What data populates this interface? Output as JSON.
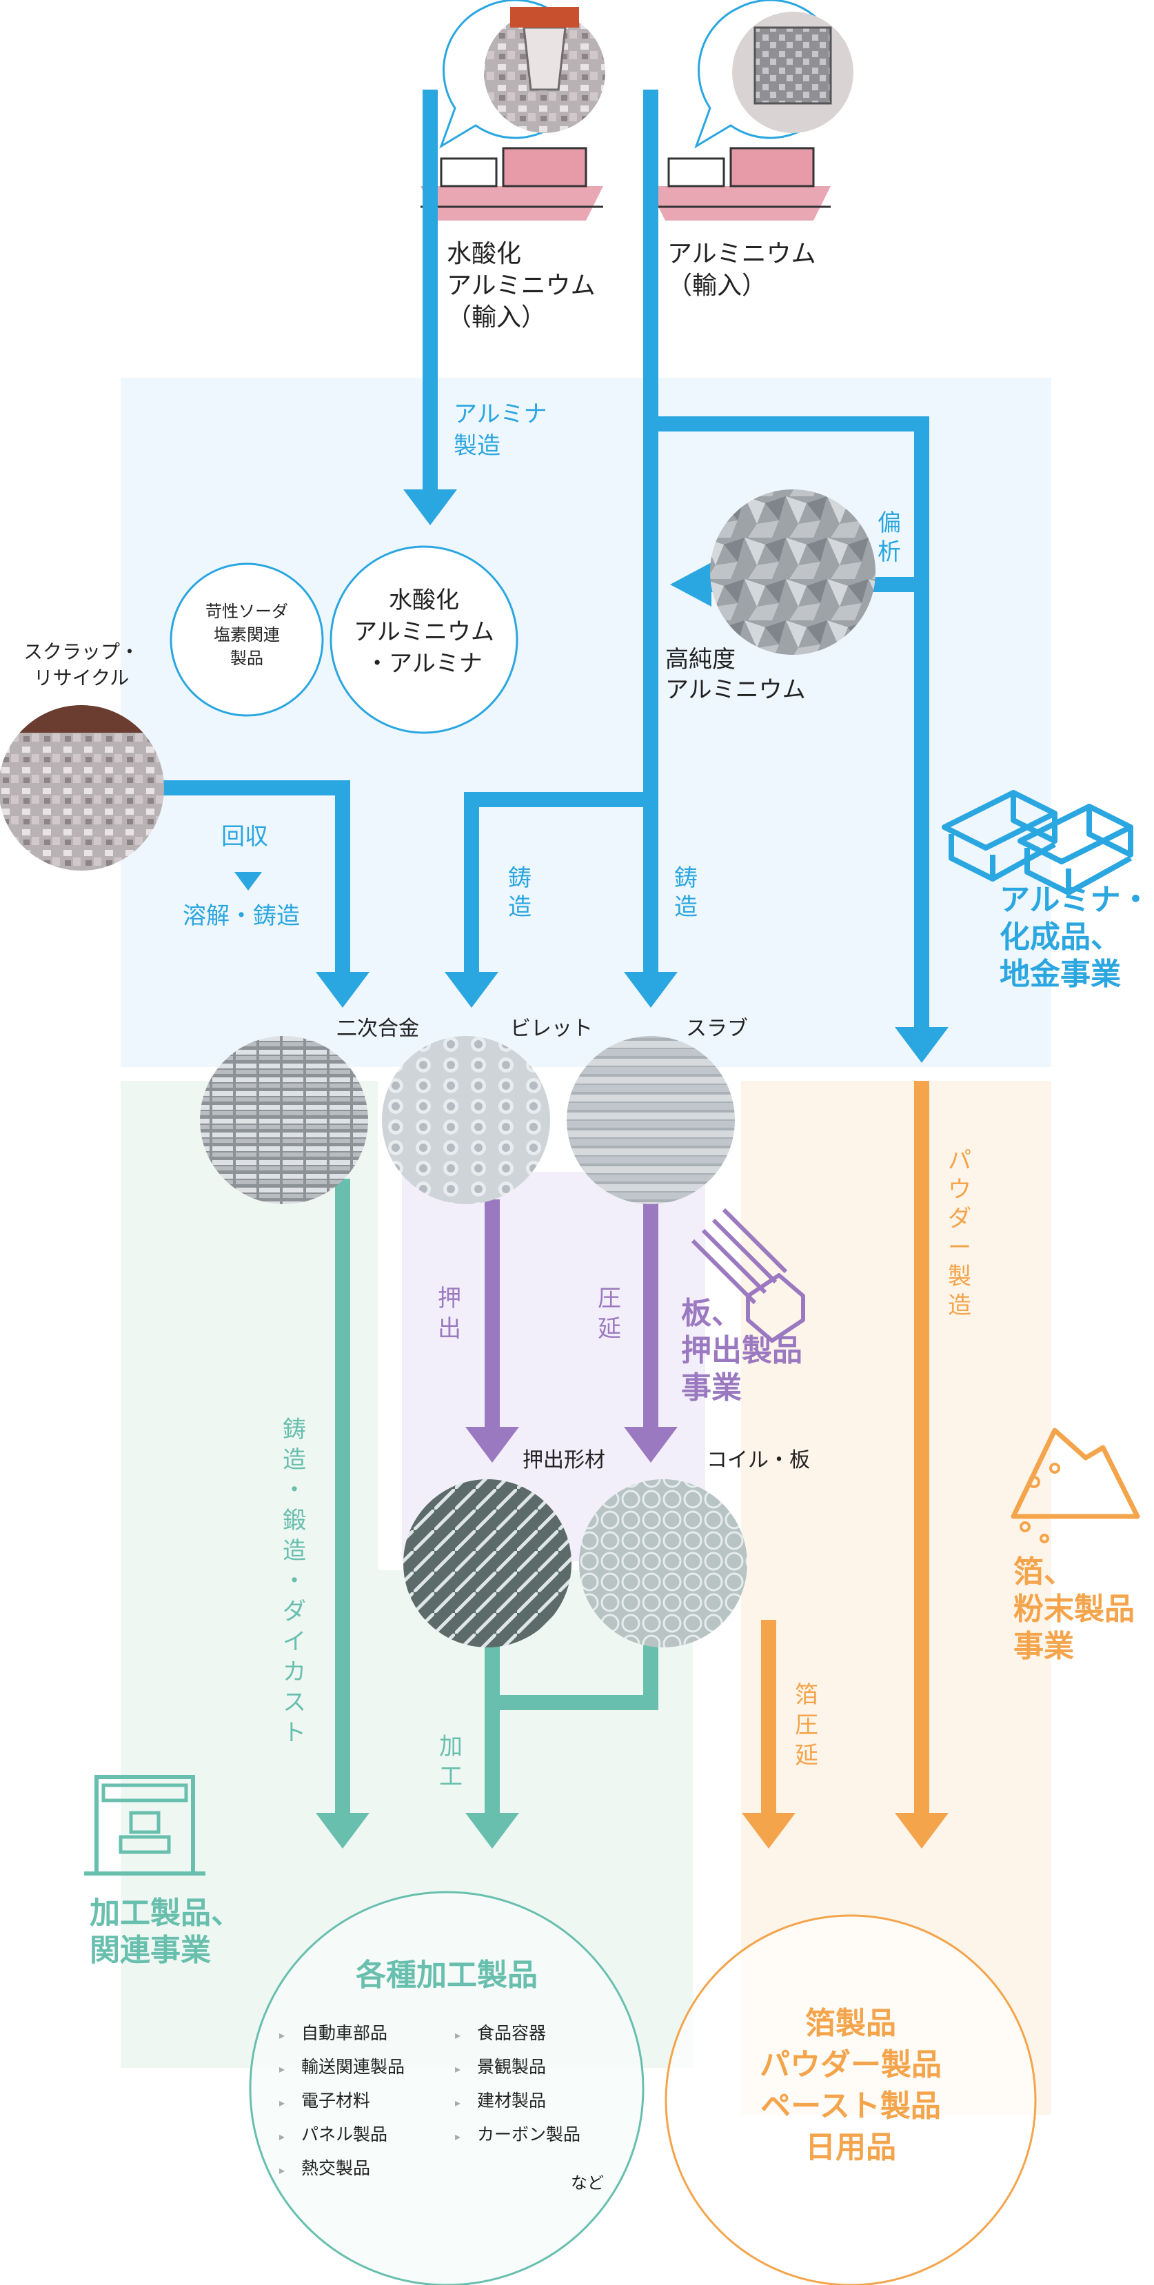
{
  "colors": {
    "blue": "#2aa6e0",
    "blue_bg": "#eef7fd",
    "green": "#68bfad",
    "green_bg": "#eff7f3",
    "purple": "#9b79c0",
    "purple_bg": "#f3effa",
    "orange": "#f4a44b",
    "orange_bg": "#fef5ea",
    "text": "#222222"
  },
  "sources": {
    "hydroxide_import": "水酸化\nアルミニウム\n（輸入）",
    "aluminium_import": "アルミニウム\n（輸入）"
  },
  "process": {
    "alumina_making": "アルミナ\n製造",
    "segregation": "偏\n析",
    "recovery": "回収",
    "melt_cast": "溶解・鋳造",
    "casting_left": "鋳\n造",
    "casting_right": "鋳\n造",
    "extrusion": "押\n出",
    "rolling": "圧\n延",
    "cast_forge_diecast": "鋳\n造\n・\n鍛\n造\n・\nダ\nイ\nカ\nス\nト",
    "processing": "加\n工",
    "foil_rolling": "箔\n圧\n延",
    "powder_making": "パ\nウ\nダ\nー\n製\n造"
  },
  "nodes": {
    "caustic_soda": "苛性ソーダ\n塩素関連\n製品",
    "hydroxide_alumina": "水酸化\nアルミニウム\n・アルミナ",
    "high_purity": "高純度\nアルミニウム",
    "scrap_recycle": "スクラップ・\nリサイクル",
    "secondary_alloy": "二次合金",
    "billet": "ビレット",
    "slab": "スラブ",
    "extruded_material": "押出形材",
    "coil_plate": "コイル・板"
  },
  "segments": {
    "alumina_chemicals": "アルミナ・\n化成品、\n地金事業",
    "sheet_extrusion": "板、\n押出製品\n事業",
    "foil_powder": "箔、\n粉末製品\n事業",
    "processed_products": "加工製品、\n関連事業"
  },
  "products": {
    "title": "各種加工製品",
    "left_list": [
      "自動車部品",
      "輸送関連製品",
      "電子材料",
      "パネル製品",
      "熱交製品"
    ],
    "right_list": [
      "食品容器",
      "景観製品",
      "建材製品",
      "カーボン製品"
    ],
    "etc": "など",
    "foil_products": "箔製品\nパウダー製品\nペースト製品\n日用品"
  }
}
